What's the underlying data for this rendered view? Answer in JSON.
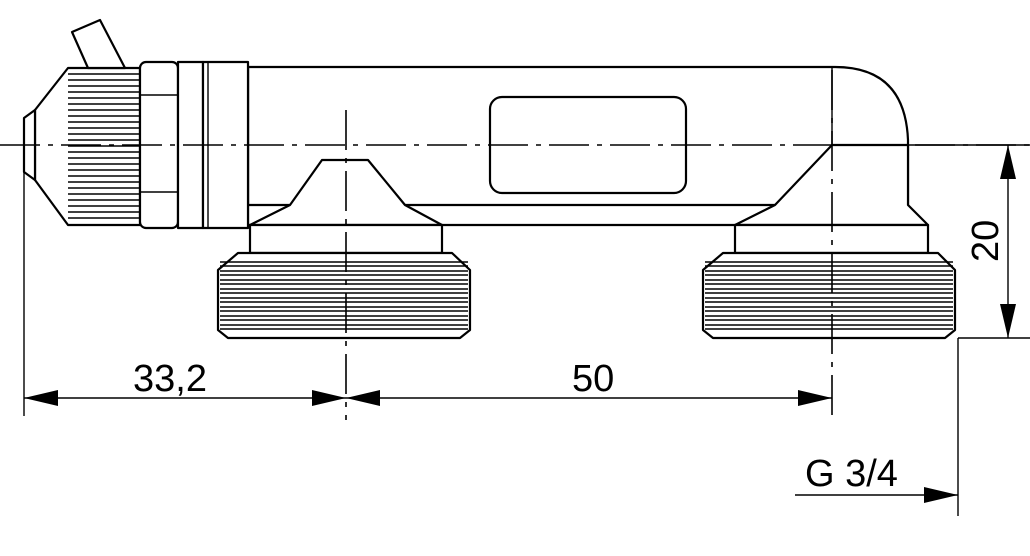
{
  "dimensions": {
    "left_length": "33,2",
    "pitch": "50",
    "height": "20",
    "thread": "G 3/4"
  }
}
